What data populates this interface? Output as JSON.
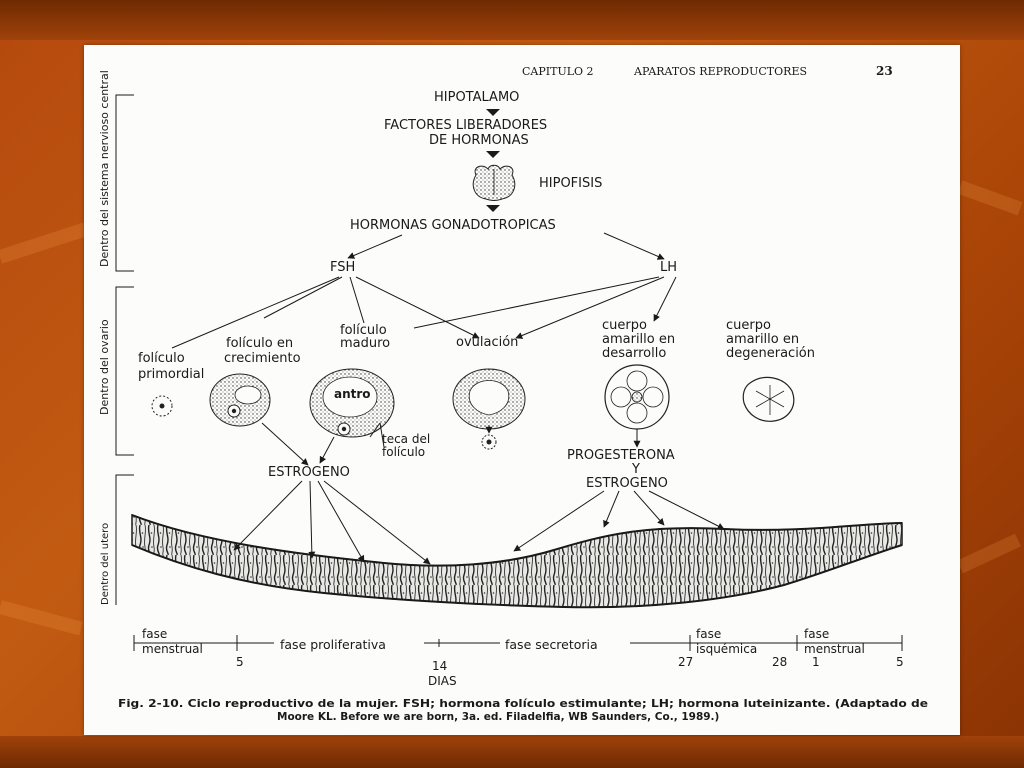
{
  "header": {
    "chapter": "CAPITULO 2",
    "section": "APARATOS REPRODUCTORES",
    "page_number": "23"
  },
  "side_labels": {
    "cns": "Dentro del sistema nervioso central",
    "ovary": "Dentro del ovario",
    "uterus": "Dentro del utero"
  },
  "axis_nodes": {
    "hypothalamus": "HIPOTALAMO",
    "releasing_factors_line1": "FACTORES LIBERADORES",
    "releasing_factors_line2": "DE HORMONAS",
    "pituitary": "HIPOFISIS",
    "gonadotropins": "HORMONAS GONADOTROPICAS",
    "fsh": "FSH",
    "lh": "LH"
  },
  "ovary_stages": {
    "primordial_line1": "folículo",
    "primordial_line2": "primordial",
    "growing_line1": "folículo en",
    "growing_line2": "crecimiento",
    "mature_line1": "folículo",
    "mature_line2": "maduro",
    "ovulation": "ovulación",
    "corpus_dev_line1": "cuerpo",
    "corpus_dev_line2": "amarillo en",
    "corpus_dev_line3": "desarrollo",
    "corpus_deg_line1": "cuerpo",
    "corpus_deg_line2": "amarillo en",
    "corpus_deg_line3": "degeneración",
    "antrum": "antro",
    "theca_line1": "teca del",
    "theca_line2": "folículo"
  },
  "hormones": {
    "estrogen": "ESTROGENO",
    "progesterone_line1": "PROGESTERONA",
    "progesterone_line2": "Y",
    "progesterone_line3": "ESTROGENO"
  },
  "timeline": {
    "menstrual_start_line1": "fase",
    "menstrual_start_line2": "menstrual",
    "proliferative": "fase proliferativa",
    "secretory": "fase secretoria",
    "ischemic_line1": "fase",
    "ischemic_line2": "isquémica",
    "menstrual_end_line1": "fase",
    "menstrual_end_line2": "menstrual",
    "day_5": "5",
    "day_14": "14",
    "day_27": "27",
    "day_28": "28",
    "day_1": "1",
    "day_5_end": "5",
    "days_label": "DIAS"
  },
  "caption": {
    "line1": "Fig. 2-10. Ciclo reproductivo de la mujer. FSH; hormona folículo estimulante; LH; hormona luteinizante. (Adaptado de",
    "line2": "Moore KL. Before we are born, 3a. ed. Filadelfia, WB Saunders, Co., 1989.)"
  }
}
